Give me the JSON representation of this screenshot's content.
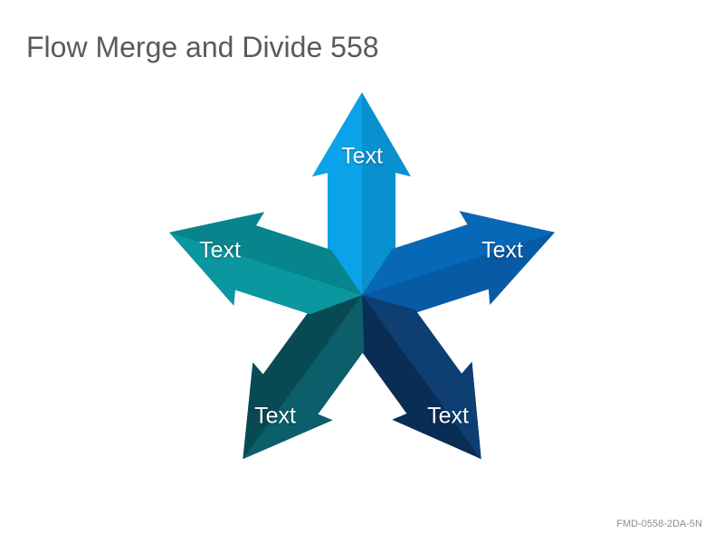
{
  "title": "Flow Merge and Divide 558",
  "footer_code": "FMD-0558-2DA-5N",
  "arrows": [
    {
      "label": "Text",
      "direction": "up",
      "color": "#0aa2e8",
      "shade": "#0990cf"
    },
    {
      "label": "Text",
      "direction": "upper-right",
      "color": "#0868b8",
      "shade": "#075aa3"
    },
    {
      "label": "Text",
      "direction": "lower-right",
      "color": "#0e3e72",
      "shade": "#0a2d55"
    },
    {
      "label": "Text",
      "direction": "lower-left",
      "color": "#0b5e6a",
      "shade": "#084a54"
    },
    {
      "label": "Text",
      "direction": "upper-left",
      "color": "#0a97a0",
      "shade": "#07848c"
    }
  ]
}
